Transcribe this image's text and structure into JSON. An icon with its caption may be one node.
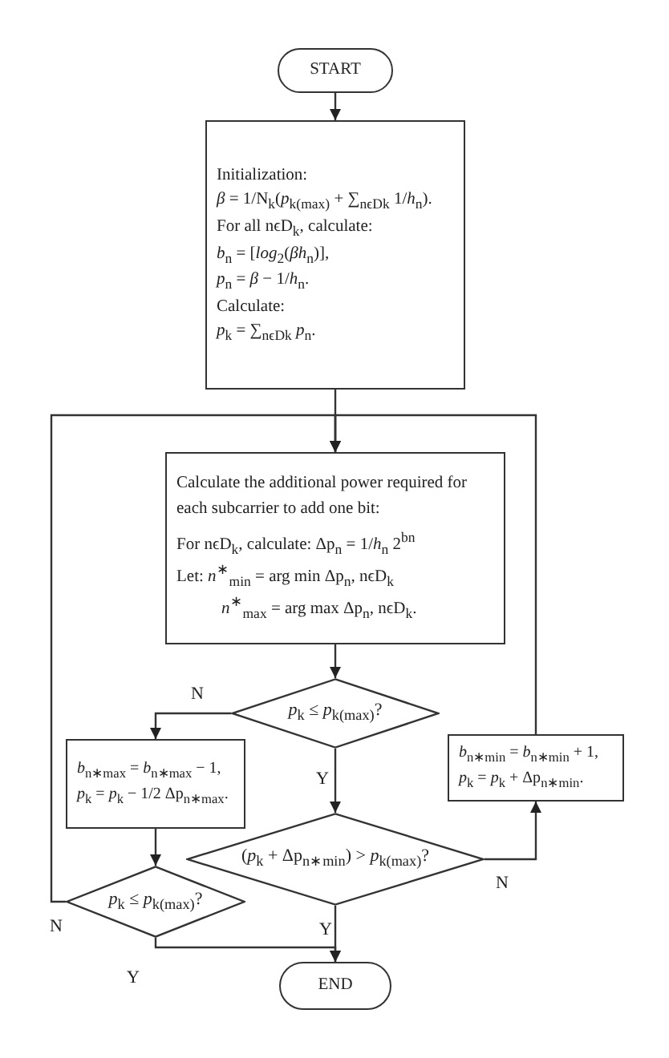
{
  "diagram": {
    "nodes": [
      {
        "text": [
          "START"
        ]
      },
      {
        "text": [
          "Initialization:",
          "*β* = 1/N$_{k}$(*p*$_{k(max)}$ + ∑$_{nϵDk}$ 1/*h*$_{n}$).",
          "For all nϵD$_{k}$, calculate:",
          "*b*$_{n}$ = [*log*$_{2}$(*βh*$_{n}$)],",
          "*p*$_{n}$ = *β* − 1/*h*$_{n}$.",
          "Calculate:",
          "*p*$_{k}$ = ∑$_{nϵDk}$ *p*$_{n}$."
        ]
      },
      {
        "text": [
          "Calculate the additional power required for each subcarrier to add one bit:",
          "For nϵD$_{k}$, calculate: Δp$_{n}$ = 1/*h*$_{n}$ 2$^{bn}$",
          "Let: *n*$^{∗}$$_{min}$ = arg min Δp$_{n}$, nϵD$_{k}$",
          "*n*$^{∗}$$_{max}$ = arg max Δp$_{n}$, nϵD$_{k}$."
        ]
      },
      {
        "text": [
          "*p*$_{k}$ ≤ *p*$_{k(max)}$?"
        ]
      },
      {
        "text": [
          "*b*$_{n∗max}$ = *b*$_{n∗max}$ − 1,",
          "*p*$_{k}$ = *p*$_{k}$ − 1/2 Δp$_{n∗max}$."
        ]
      },
      {
        "text": [
          "(*p*$_{k}$ + Δp$_{n∗min}$) > *p*$_{k(max)}$?"
        ]
      },
      {
        "text": [
          "*b*$_{n∗min}$ = *b*$_{n∗min}$ + 1,",
          "*p*$_{k}$ = *p*$_{k}$ + Δp$_{n∗min}$."
        ]
      },
      {
        "text": [
          "*p*$_{k}$ ≤ *p*$_{k(max)}$?"
        ]
      },
      {
        "text": [
          "END"
        ]
      }
    ],
    "edges": [
      {
        "from": 0,
        "to": 1,
        "arrow": "to"
      },
      {
        "from": 1,
        "to": 2,
        "arrow": "to"
      },
      {
        "from": 7,
        "to": 2,
        "arrow": "to",
        "label": "N"
      },
      {
        "from": 6,
        "to": 2,
        "arrow": "to"
      },
      {
        "from": 2,
        "to": 3,
        "arrow": "to"
      },
      {
        "from": 3,
        "to": 4,
        "arrow": "to",
        "label": "N"
      },
      {
        "from": 3,
        "to": 5,
        "arrow": "to",
        "label": "Y"
      },
      {
        "from": 5,
        "to": 6,
        "arrow": "to",
        "label": "N"
      },
      {
        "from": 5,
        "to": 8,
        "arrow": "to",
        "label": "Y"
      },
      {
        "from": 4,
        "to": 7,
        "arrow": "to"
      },
      {
        "from": 7,
        "to": 8,
        "arrow": "to",
        "label": "Y"
      }
    ]
  }
}
